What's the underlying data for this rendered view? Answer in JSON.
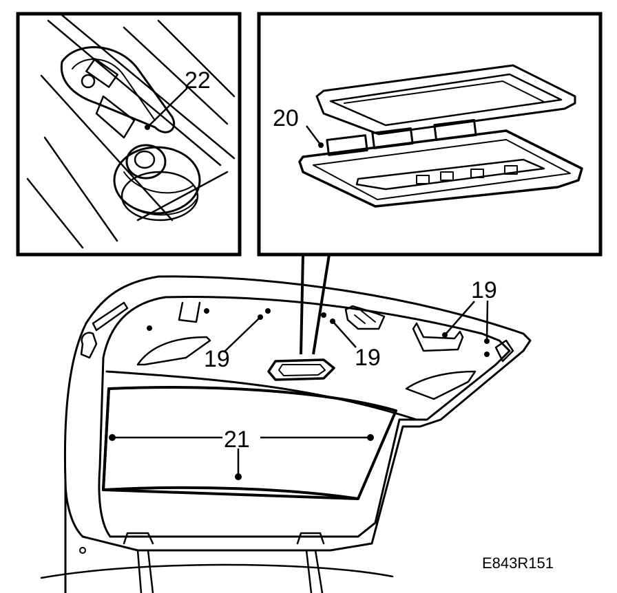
{
  "callouts": {
    "c22": "22",
    "c20": "20",
    "c19_left": "19",
    "c19_mid": "19",
    "c19_right": "19",
    "c21": "21"
  },
  "figure_code": "E843R151"
}
